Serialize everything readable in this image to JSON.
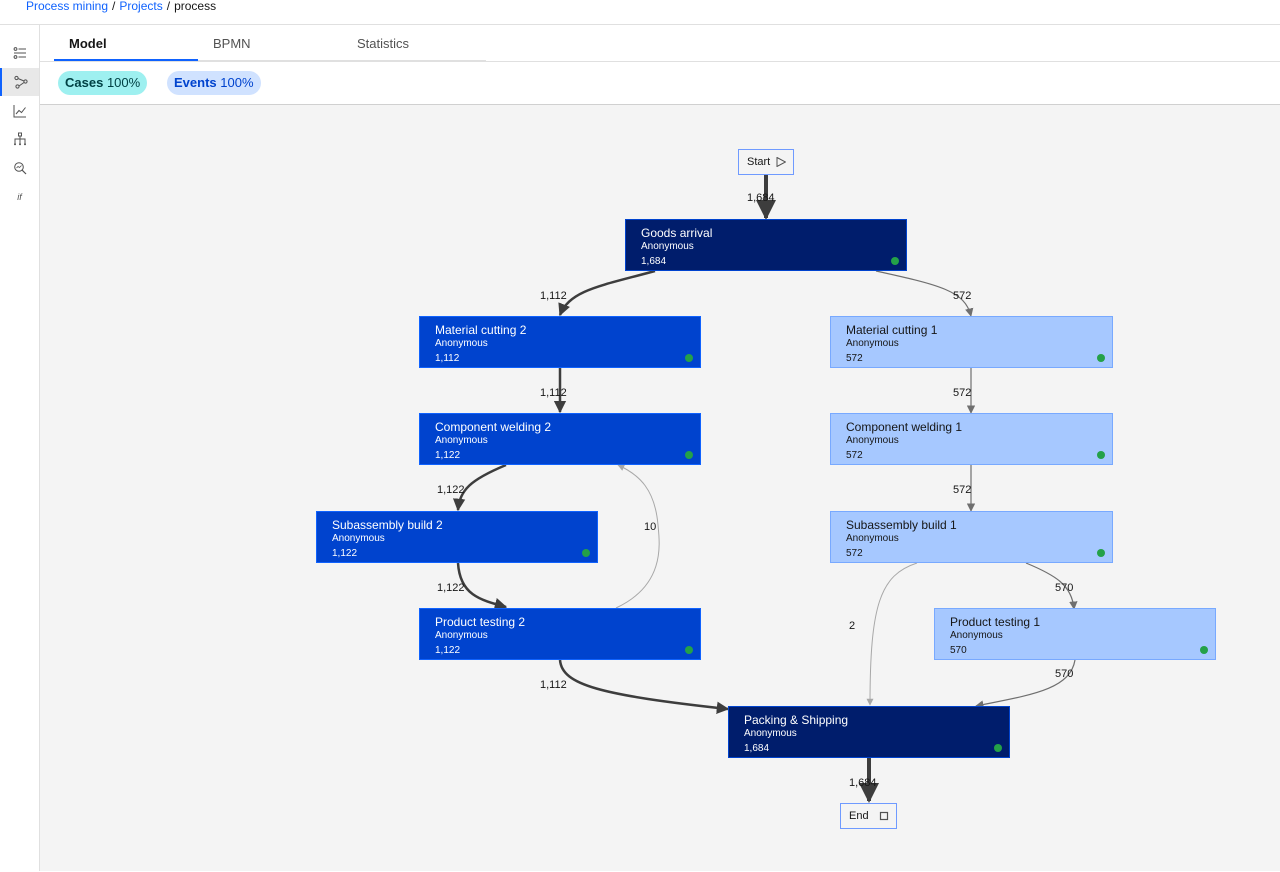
{
  "breadcrumb": {
    "items": [
      {
        "label": "Process mining"
      },
      {
        "label": "Projects"
      }
    ],
    "separator": "/",
    "current": "process"
  },
  "sidebar": {
    "items": [
      {
        "icon": "filter-list-icon"
      },
      {
        "icon": "process-map-icon",
        "active": true
      },
      {
        "icon": "trend-chart-icon"
      },
      {
        "icon": "hierarchy-icon"
      },
      {
        "icon": "search-analysis-icon"
      },
      {
        "icon": "what-if-icon",
        "text": "if"
      }
    ]
  },
  "tabs": [
    {
      "label": "Model",
      "active": true
    },
    {
      "label": "BPMN"
    },
    {
      "label": "Statistics"
    }
  ],
  "filters": {
    "cases": {
      "label": "Cases",
      "value": "100%"
    },
    "events": {
      "label": "Events",
      "value": "100%"
    }
  },
  "colors": {
    "dark_node": "#001d6c",
    "mid_node": "#0043ce",
    "light_node": "#a6c8ff",
    "status_dot": "#24a148"
  },
  "model": {
    "start_label": "Start",
    "end_label": "End",
    "activities": {
      "goods_arrival": {
        "title": "Goods arrival",
        "sub": "Anonymous",
        "count": "1,684"
      },
      "material_cutting_2": {
        "title": "Material cutting 2",
        "sub": "Anonymous",
        "count": "1,112"
      },
      "material_cutting_1": {
        "title": "Material cutting 1",
        "sub": "Anonymous",
        "count": "572"
      },
      "component_welding_2": {
        "title": "Component welding 2",
        "sub": "Anonymous",
        "count": "1,122"
      },
      "component_welding_1": {
        "title": "Component welding 1",
        "sub": "Anonymous",
        "count": "572"
      },
      "subassembly_build_2": {
        "title": "Subassembly build 2",
        "sub": "Anonymous",
        "count": "1,122"
      },
      "subassembly_build_1": {
        "title": "Subassembly build 1",
        "sub": "Anonymous",
        "count": "572"
      },
      "product_testing_2": {
        "title": "Product testing 2",
        "sub": "Anonymous",
        "count": "1,122"
      },
      "product_testing_1": {
        "title": "Product testing 1",
        "sub": "Anonymous",
        "count": "570"
      },
      "packing_shipping": {
        "title": "Packing & Shipping",
        "sub": "Anonymous",
        "count": "1,684"
      }
    },
    "edges": {
      "start_goods": "1,684",
      "goods_mc2": "1,112",
      "goods_mc1": "572",
      "mc2_cw2": "1,112",
      "mc1_cw1": "572",
      "cw2_sb2": "1,122",
      "cw1_sb1": "572",
      "pt2_cw2": "10",
      "sb2_pt2": "1,122",
      "sb1_pt1": "570",
      "sb1_pack": "2",
      "pt2_pack": "1,112",
      "pt1_pack": "570",
      "pack_end": "1,684"
    }
  }
}
